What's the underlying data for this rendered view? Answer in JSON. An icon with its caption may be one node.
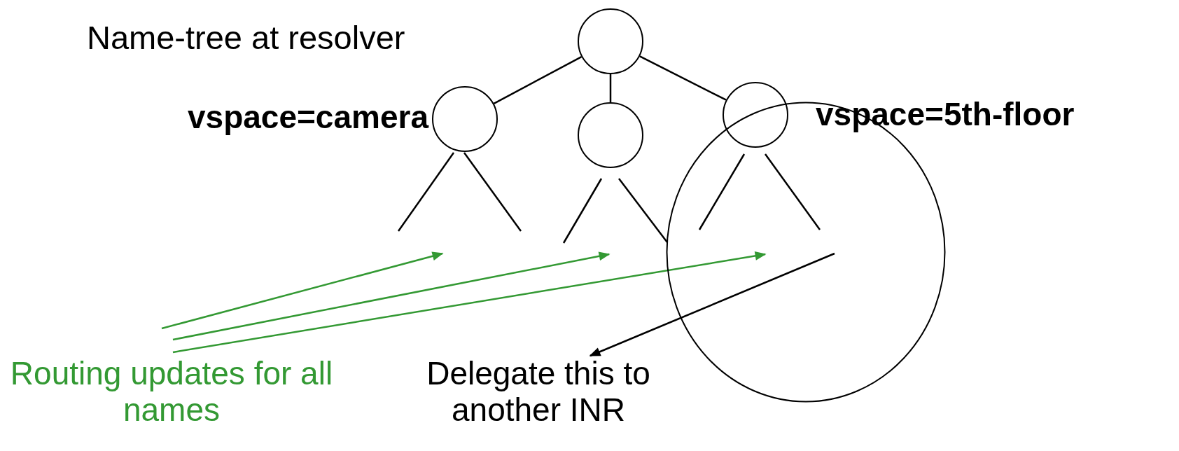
{
  "diagram": {
    "nodes": [
      {
        "text": [],
        "shape": "circle"
      },
      {
        "text": [],
        "shape": "circle"
      },
      {
        "text": [],
        "shape": "circle"
      },
      {
        "text": [],
        "shape": "circle"
      },
      {
        "text": [],
        "shape": "ellipse"
      },
      {
        "text": [
          "Routing updates for all names"
        ]
      },
      {
        "text": [
          "Delegate this to another INR"
        ]
      }
    ],
    "edges": [
      {
        "from": 0,
        "to": 1,
        "arrow": "none"
      },
      {
        "from": 0,
        "to": 2,
        "arrow": "none"
      },
      {
        "from": 0,
        "to": 3,
        "arrow": "none"
      },
      {
        "from": 5,
        "to": null,
        "arrow": "to",
        "color": "#339933"
      },
      {
        "from": 5,
        "to": null,
        "arrow": "to",
        "color": "#339933"
      },
      {
        "from": 5,
        "to": 4,
        "arrow": "to",
        "color": "#339933"
      },
      {
        "from": 4,
        "to": 6,
        "arrow": "to"
      }
    ],
    "labels": [
      "Name-tree at resolver",
      "vspace=camera",
      "vspace=5th-floor"
    ]
  }
}
